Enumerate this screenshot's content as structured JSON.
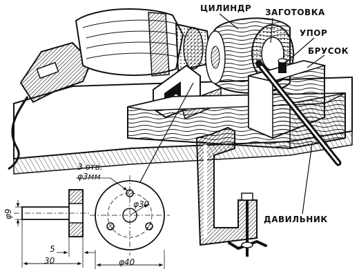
{
  "labels": {
    "cylinder": "ЦИЛИНДР",
    "workpiece": "ЗАГОТОВКА",
    "stop": "УПОР",
    "block": "БРУСОК",
    "presser": "ДАВИЛЬНИК"
  },
  "dimensions": {
    "holes": "3 отв.",
    "hole_diameter": "φ3мм",
    "shaft_diameter": "φ9",
    "bolt_circle": "φ30",
    "flange_diameter": "φ40",
    "flange_thickness": "5",
    "overall_length": "30"
  },
  "colors": {
    "ink": "#111111",
    "paper": "#ffffff"
  }
}
